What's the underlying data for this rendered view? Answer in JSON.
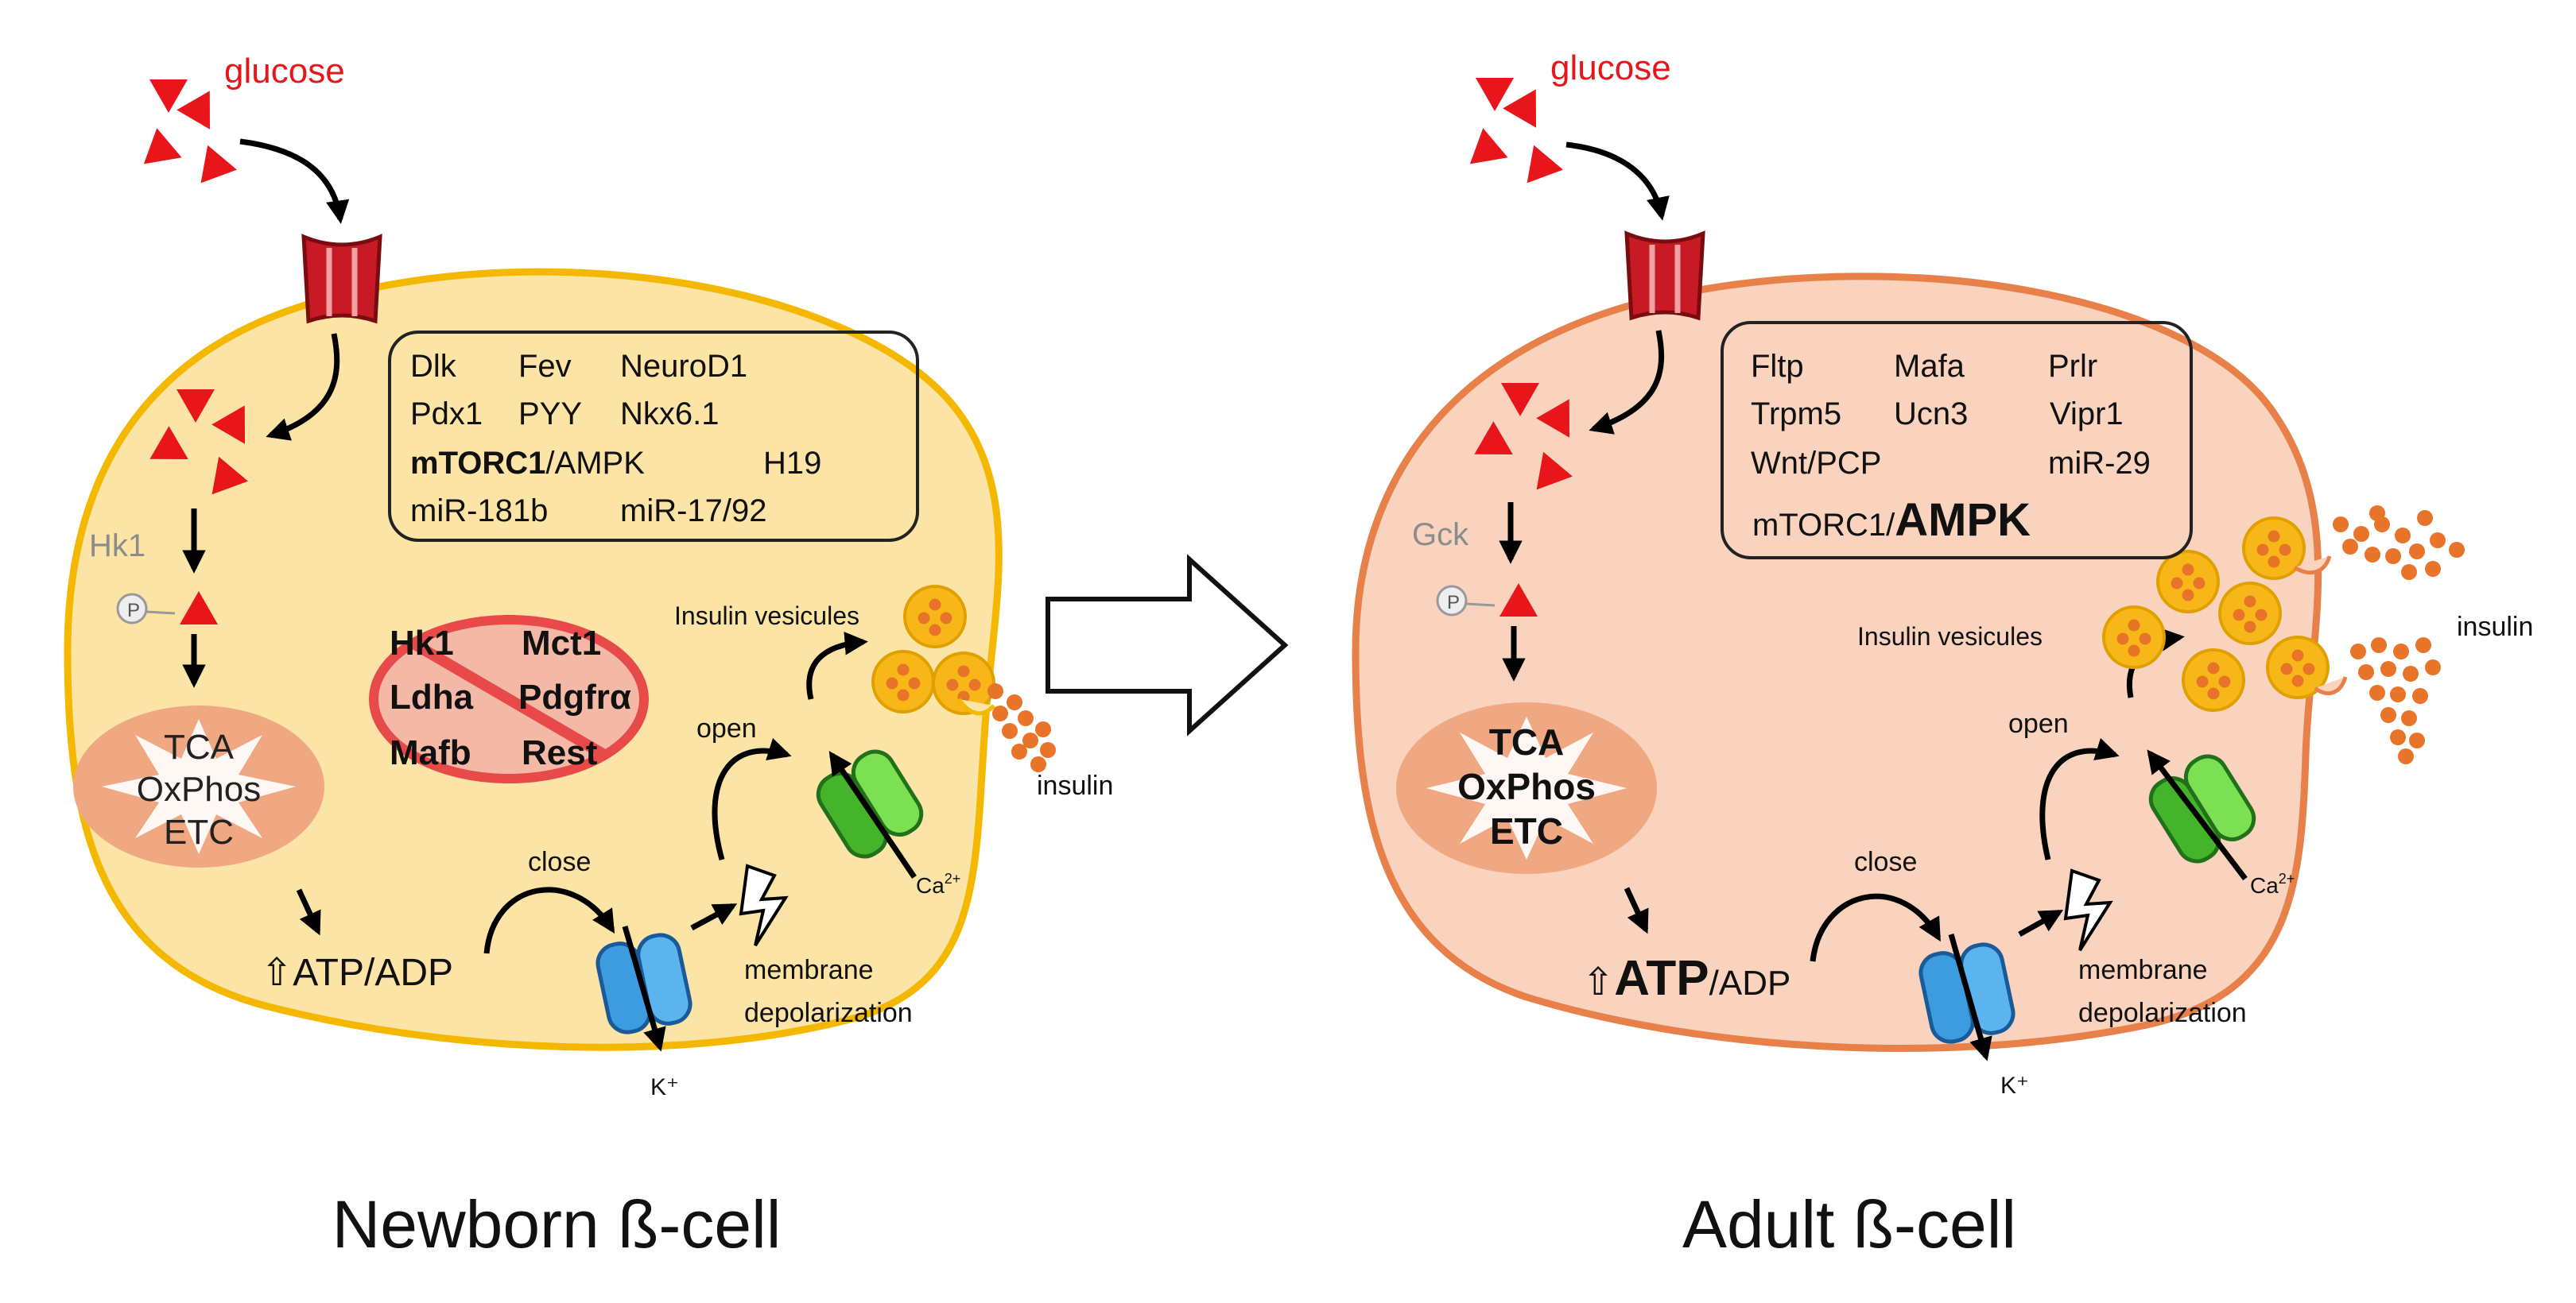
{
  "colors": {
    "newborn_fill": "#fbe4a6",
    "newborn_stroke": "#f5b800",
    "adult_fill": "#f9d3bd",
    "adult_stroke": "#e8804a",
    "glucose_red": "#e8161b",
    "channel_red": "#c81a24",
    "mito_fill": "#efa882",
    "vesicle_fill": "#f7b719",
    "vesicle_dot": "#e8742a",
    "k_channel": "#3d9be0",
    "ca_channel": "#5fcf3a",
    "no_sign": "#e84a4a"
  },
  "newborn": {
    "title": "Newborn ß-cell",
    "glucose": "glucose",
    "enzyme": "Hk1",
    "phosphate": "P",
    "mito": {
      "line1": "TCA",
      "line2": "OxPhos",
      "line3": "ETC"
    },
    "atp_arrow": "⇧",
    "atp": "ATP/ADP",
    "close": "close",
    "open": "open",
    "k_ion": "K⁺",
    "ca_ion": "Ca",
    "ca_sup": "2+",
    "depol1": "membrane",
    "depol2": "depolarization",
    "vesicles": "Insulin vesicules",
    "insulin": "insulin",
    "genes": {
      "r1c1": "Dlk",
      "r1c2": "Fev",
      "r1c3": "NeuroD1",
      "r2c1": "Pdx1",
      "r2c2": "PYY",
      "r2c3": "Nkx6.1",
      "r3_bold": "mTORC1",
      "r3_rest": "/AMPK",
      "r3c3": "H19",
      "r4c1": "miR-181b",
      "r4c2": "miR-17/92"
    },
    "repressed": {
      "a": "Hk1",
      "b": "Mct1",
      "c": "Ldha",
      "d": "Pdgfrα",
      "e": "Mafb",
      "f": "Rest"
    }
  },
  "adult": {
    "title": "Adult ß-cell",
    "glucose": "glucose",
    "enzyme": "Gck",
    "phosphate": "P",
    "mito": {
      "line1": "TCA",
      "line2": "OxPhos",
      "line3": "ETC"
    },
    "atp_arrow": "⇧",
    "atp_bold": "ATP",
    "atp_rest": "/ADP",
    "close": "close",
    "open": "open",
    "k_ion": "K⁺",
    "ca_ion": "Ca",
    "ca_sup": "2+",
    "depol1": "membrane",
    "depol2": "depolarization",
    "vesicles": "Insulin vesicules",
    "insulin": "insulin",
    "genes": {
      "r1c1": "Fltp",
      "r1c2": "Mafa",
      "r1c3": "Prlr",
      "r2c1": "Trpm5",
      "r2c2": "Ucn3",
      "r2c3": "Vipr1",
      "r3c1": "Wnt/PCP",
      "r3c3": "miR-29",
      "r4_plain": "mTORC1/",
      "r4_big": "AMPK"
    }
  }
}
